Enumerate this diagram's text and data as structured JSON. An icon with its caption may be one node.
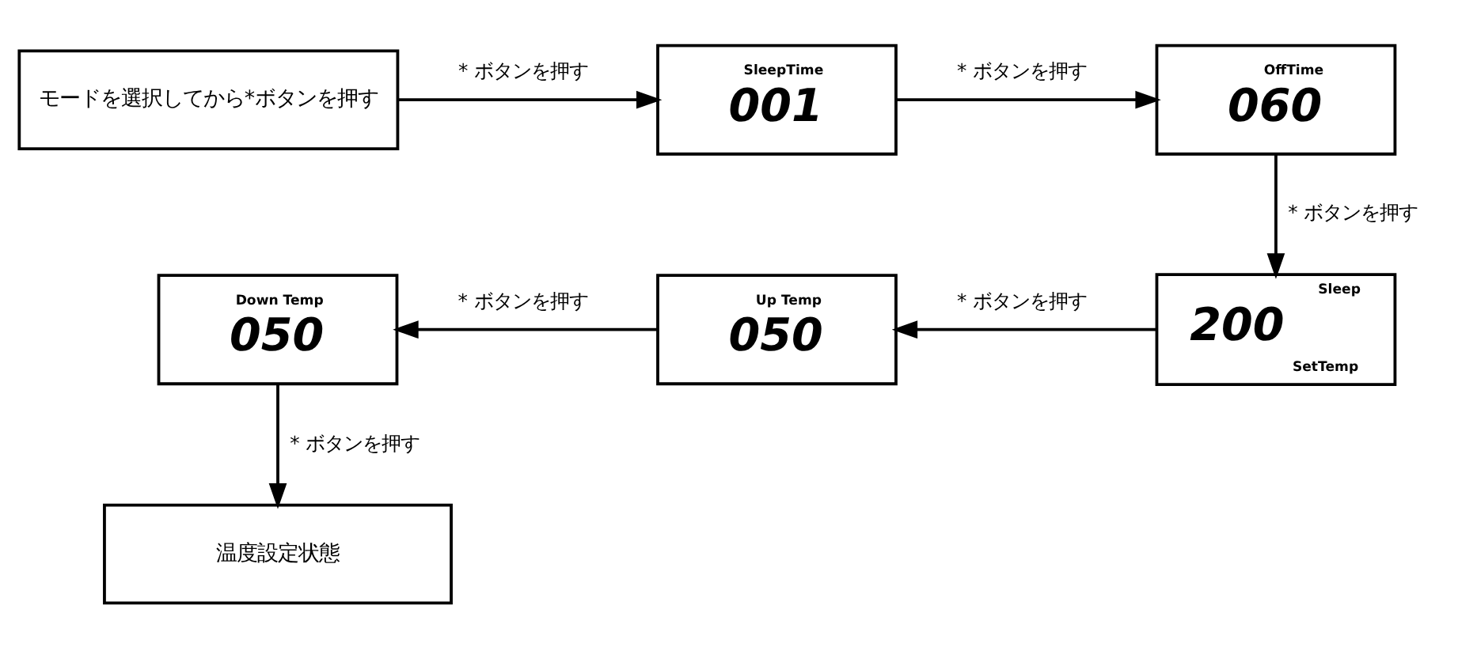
{
  "diagram": {
    "nodes": [
      {
        "text": [
          "モードを選択してから*ボタンを押す"
        ]
      },
      {
        "text": [
          "SleepTime",
          "001"
        ]
      },
      {
        "text": [
          "OffTime",
          "060"
        ]
      },
      {
        "text": [
          "Sleep",
          "200",
          "SetTemp"
        ]
      },
      {
        "text": [
          "Up Temp",
          "050"
        ]
      },
      {
        "text": [
          "Down Temp",
          "050"
        ]
      },
      {
        "text": [
          "温度設定状態"
        ]
      }
    ],
    "edges": [
      {
        "from": 0,
        "to": 1,
        "arrow": "to",
        "label": "* ボタンを押す"
      },
      {
        "from": 1,
        "to": 2,
        "arrow": "to",
        "label": "* ボタンを押す"
      },
      {
        "from": 2,
        "to": 3,
        "arrow": "to",
        "label": "* ボタンを押す"
      },
      {
        "from": 3,
        "to": 4,
        "arrow": "to",
        "label": "* ボタンを押す"
      },
      {
        "from": 4,
        "to": 5,
        "arrow": "to",
        "label": "* ボタンを押す"
      },
      {
        "from": 5,
        "to": 6,
        "arrow": "to",
        "label": "* ボタンを押す"
      }
    ]
  }
}
